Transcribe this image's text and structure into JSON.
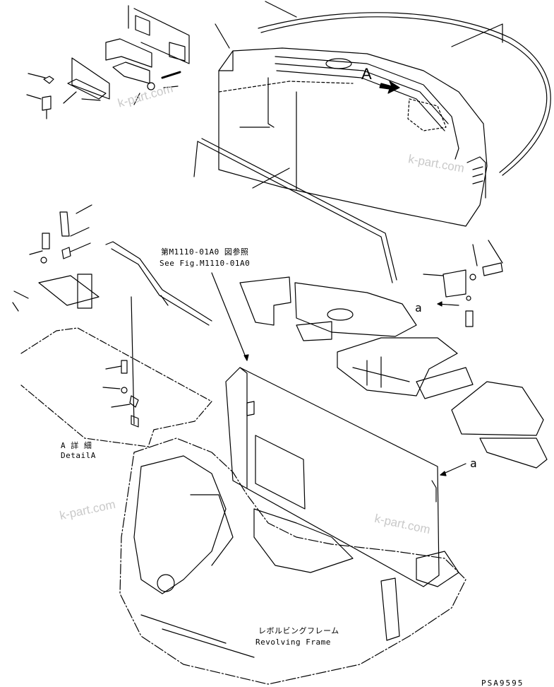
{
  "labels": {
    "view_a": "A",
    "view_a_lower_right": "a",
    "view_a_mid_right": "a",
    "ref_jp": "第M1110-01A0 図参照",
    "ref_en": "See Fig.M1110-01A0",
    "detail_jp": "A 詳 細",
    "detail_en": "DetailA",
    "frame_jp": "レボルビングフレーム",
    "frame_en": "Revolving Frame",
    "drawing_code": "PSA9595"
  },
  "watermarks": [
    "k-part.com",
    "k-part.com",
    "k-part.com",
    "k-part.com"
  ],
  "colors": {
    "line": "#000000",
    "watermark": "#c9c9c9",
    "background": "#ffffff"
  }
}
